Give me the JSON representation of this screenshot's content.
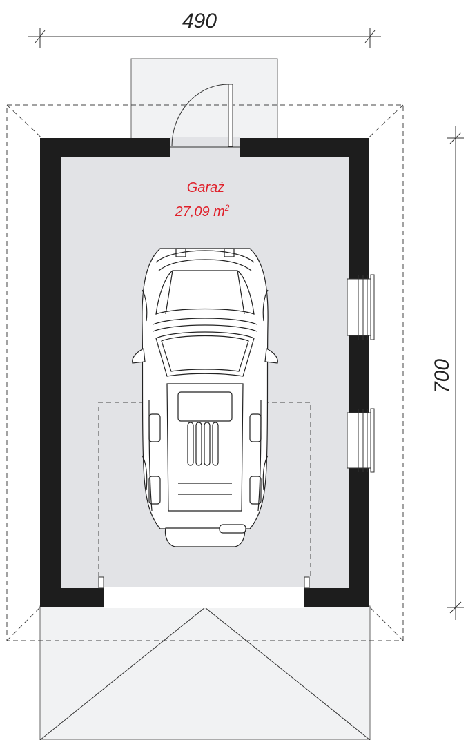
{
  "dimensions": {
    "width": "490",
    "length": "700"
  },
  "room": {
    "name": "Garaż",
    "area_value": "27,09 m",
    "area_exponent": "2"
  },
  "colors": {
    "wall": "#1d1d1d",
    "floor": "#e2e3e6",
    "label": "#e0202a",
    "paving": "#f1f2f3"
  }
}
